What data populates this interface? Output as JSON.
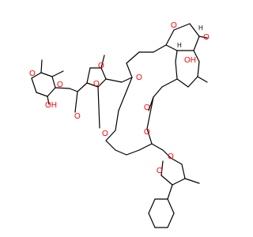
{
  "colors": {
    "bond": "#000000",
    "oxygen": "#ff0000",
    "background": "#ffffff"
  },
  "labels": {
    "o_sugar1_ring": "O",
    "o_sugar1_oh": "OH",
    "o_sugar1_ome": "O",
    "o_glyco1": "O",
    "o_sugar2_ring": "O",
    "o_sugar2_ome": "O",
    "o_glyco2": "O",
    "o_ring_top": "O",
    "o_ketone": "O",
    "o_hydroxyl": "OH",
    "o_lactone_carbonyl": "O",
    "o_lactone_ester": "O",
    "o_spiro1": "O",
    "o_spiro2": "O",
    "o_misc": "O",
    "h_top": "H",
    "h_mid": "H"
  }
}
